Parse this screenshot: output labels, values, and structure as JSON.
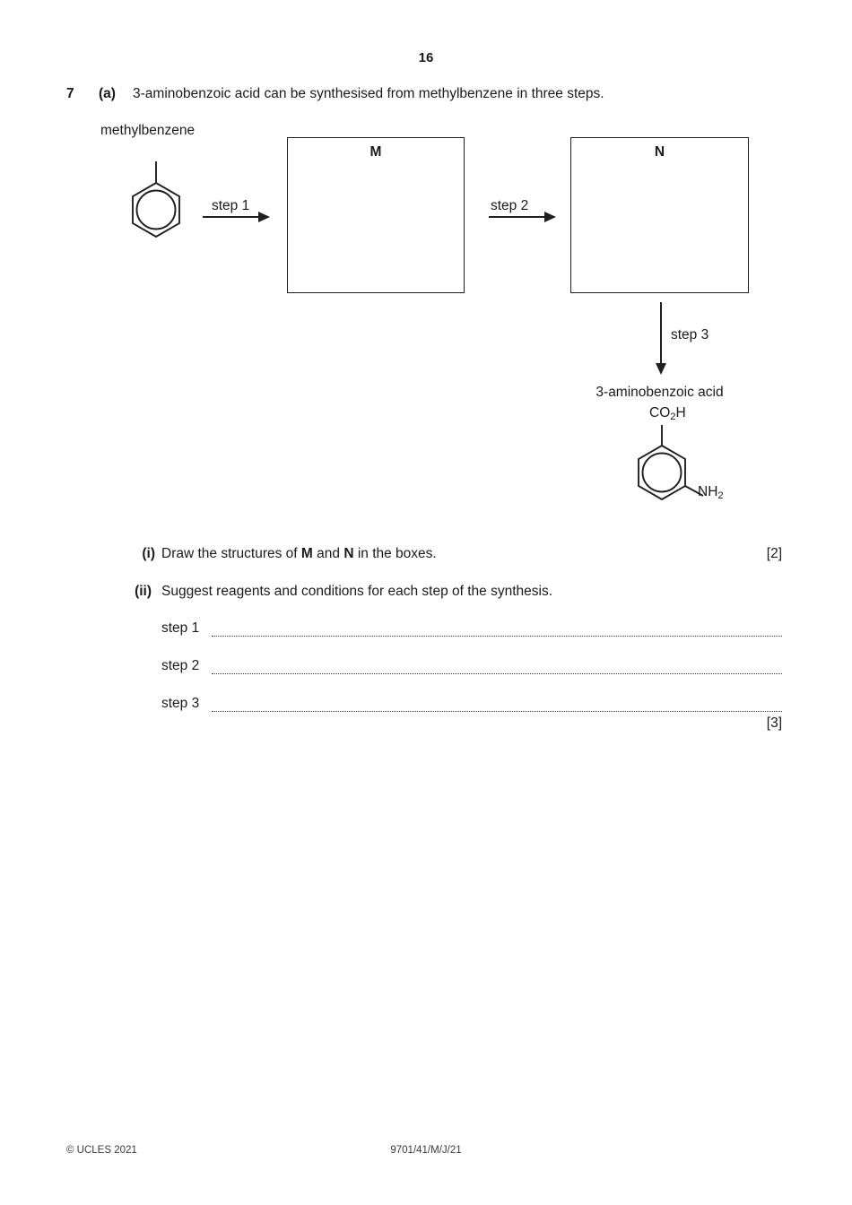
{
  "page": {
    "number": "16",
    "background_color": "#ffffff",
    "ink_color": "#231f20"
  },
  "question": {
    "number": "7",
    "part": "(a)",
    "stem": "3-aminobenzoic acid can be synthesised from methylbenzene in three steps."
  },
  "scheme": {
    "reactant_label": "methylbenzene",
    "box_m_letter": "M",
    "box_n_letter": "N",
    "step1_label": "step 1",
    "step2_label": "step 2",
    "step3_label": "step 3",
    "product_label": "3-aminobenzoic acid",
    "product_substituent_top": "CO",
    "product_substituent_top_sub": "2",
    "product_substituent_top_tail": "H",
    "product_substituent_right": "NH",
    "product_substituent_right_sub": "2"
  },
  "subparts": [
    {
      "numeral": "(i)",
      "text": "Draw the structures of M and N in the boxes.",
      "marks": "[2]"
    },
    {
      "numeral": "(ii)",
      "text": "Suggest reagents and conditions for each step of the synthesis.",
      "marks": "[3]"
    }
  ],
  "answer_lines": [
    {
      "label": "step 1"
    },
    {
      "label": "step 2"
    },
    {
      "label": "step 3"
    }
  ],
  "footer": {
    "copyright": "© UCLES 2021",
    "paper_code": "9701/41/M/J/21"
  }
}
